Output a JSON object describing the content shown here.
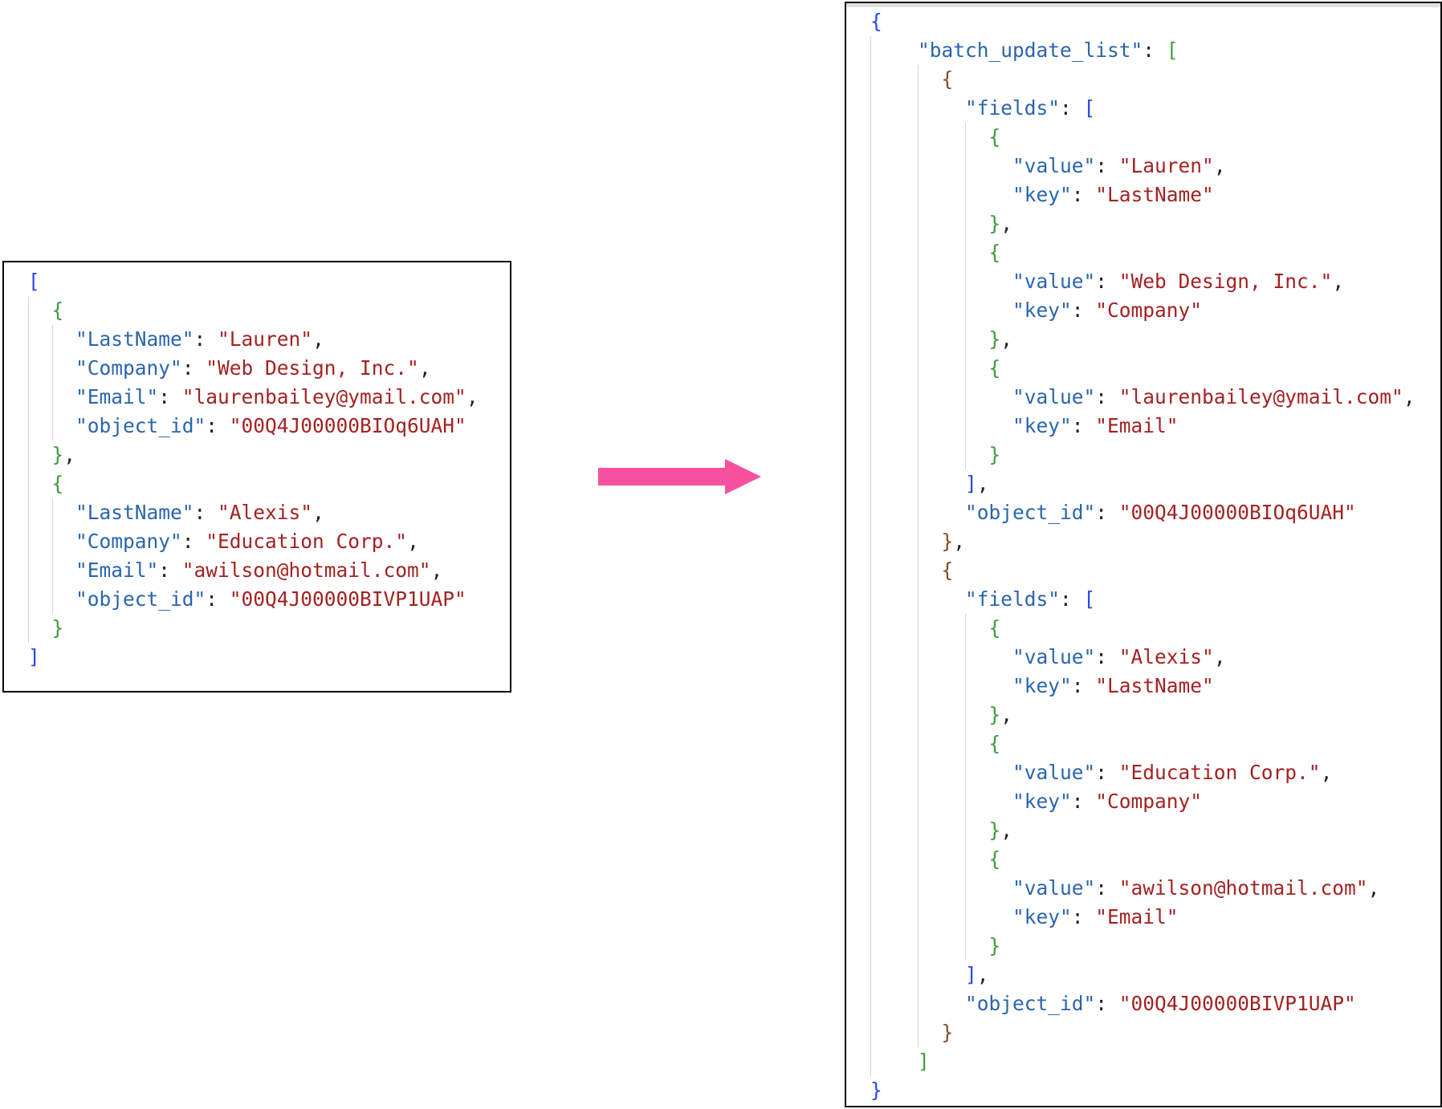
{
  "figure": {
    "description": "Before and after JSON payloads of a batch update transformation, joined by a right-pointing arrow"
  },
  "colors": {
    "key": "#2a65ad",
    "string": "#a32222",
    "punct": "#1f1f1f",
    "bracket_blue": "#2847e8",
    "bracket_green": "#3f9b41",
    "bracket_brown": "#8a4a24",
    "guide": "#d4d4d4",
    "panel_border": "#060606",
    "arrow": "#f6509f"
  },
  "left_panel": {
    "name": "source-json",
    "guide_step": 2,
    "lines": [
      [
        {
          "c": "b1",
          "t": "["
        }
      ],
      [
        {
          "c": "p",
          "t": "  "
        },
        {
          "c": "b2",
          "t": "{"
        }
      ],
      [
        {
          "c": "p",
          "t": "    "
        },
        {
          "c": "k",
          "t": "\"LastName\""
        },
        {
          "c": "p",
          "t": ": "
        },
        {
          "c": "s",
          "t": "\"Lauren\""
        },
        {
          "c": "p",
          "t": ","
        }
      ],
      [
        {
          "c": "p",
          "t": "    "
        },
        {
          "c": "k",
          "t": "\"Company\""
        },
        {
          "c": "p",
          "t": ": "
        },
        {
          "c": "s",
          "t": "\"Web Design, Inc.\""
        },
        {
          "c": "p",
          "t": ","
        }
      ],
      [
        {
          "c": "p",
          "t": "    "
        },
        {
          "c": "k",
          "t": "\"Email\""
        },
        {
          "c": "p",
          "t": ": "
        },
        {
          "c": "s",
          "t": "\"laurenbailey@ymail.com\""
        },
        {
          "c": "p",
          "t": ","
        }
      ],
      [
        {
          "c": "p",
          "t": "    "
        },
        {
          "c": "k",
          "t": "\"object_id\""
        },
        {
          "c": "p",
          "t": ": "
        },
        {
          "c": "s",
          "t": "\"00Q4J00000BIOq6UAH\""
        }
      ],
      [
        {
          "c": "p",
          "t": "  "
        },
        {
          "c": "b2",
          "t": "}"
        },
        {
          "c": "p",
          "t": ","
        }
      ],
      [
        {
          "c": "p",
          "t": "  "
        },
        {
          "c": "b2",
          "t": "{"
        }
      ],
      [
        {
          "c": "p",
          "t": "    "
        },
        {
          "c": "k",
          "t": "\"LastName\""
        },
        {
          "c": "p",
          "t": ": "
        },
        {
          "c": "s",
          "t": "\"Alexis\""
        },
        {
          "c": "p",
          "t": ","
        }
      ],
      [
        {
          "c": "p",
          "t": "    "
        },
        {
          "c": "k",
          "t": "\"Company\""
        },
        {
          "c": "p",
          "t": ": "
        },
        {
          "c": "s",
          "t": "\"Education Corp.\""
        },
        {
          "c": "p",
          "t": ","
        }
      ],
      [
        {
          "c": "p",
          "t": "    "
        },
        {
          "c": "k",
          "t": "\"Email\""
        },
        {
          "c": "p",
          "t": ": "
        },
        {
          "c": "s",
          "t": "\"awilson@hotmail.com\""
        },
        {
          "c": "p",
          "t": ","
        }
      ],
      [
        {
          "c": "p",
          "t": "    "
        },
        {
          "c": "k",
          "t": "\"object_id\""
        },
        {
          "c": "p",
          "t": ": "
        },
        {
          "c": "s",
          "t": "\"00Q4J00000BIVP1UAP\""
        }
      ],
      [
        {
          "c": "p",
          "t": "  "
        },
        {
          "c": "b2",
          "t": "}"
        }
      ],
      [
        {
          "c": "b1",
          "t": "]"
        }
      ]
    ]
  },
  "right_panel": {
    "name": "batch-update-json",
    "guide_step": 4,
    "lines": [
      [
        {
          "c": "b1",
          "t": "{"
        }
      ],
      [
        {
          "c": "p",
          "t": "    "
        },
        {
          "c": "k",
          "t": "\"batch_update_list\""
        },
        {
          "c": "p",
          "t": ": "
        },
        {
          "c": "b2",
          "t": "["
        }
      ],
      [
        {
          "c": "p",
          "t": "      "
        },
        {
          "c": "b3",
          "t": "{"
        }
      ],
      [
        {
          "c": "p",
          "t": "        "
        },
        {
          "c": "k",
          "t": "\"fields\""
        },
        {
          "c": "p",
          "t": ": "
        },
        {
          "c": "b1",
          "t": "["
        }
      ],
      [
        {
          "c": "p",
          "t": "          "
        },
        {
          "c": "b2",
          "t": "{"
        }
      ],
      [
        {
          "c": "p",
          "t": "            "
        },
        {
          "c": "k",
          "t": "\"value\""
        },
        {
          "c": "p",
          "t": ": "
        },
        {
          "c": "s",
          "t": "\"Lauren\""
        },
        {
          "c": "p",
          "t": ","
        }
      ],
      [
        {
          "c": "p",
          "t": "            "
        },
        {
          "c": "k",
          "t": "\"key\""
        },
        {
          "c": "p",
          "t": ": "
        },
        {
          "c": "s",
          "t": "\"LastName\""
        }
      ],
      [
        {
          "c": "p",
          "t": "          "
        },
        {
          "c": "b2",
          "t": "}"
        },
        {
          "c": "p",
          "t": ","
        }
      ],
      [
        {
          "c": "p",
          "t": "          "
        },
        {
          "c": "b2",
          "t": "{"
        }
      ],
      [
        {
          "c": "p",
          "t": "            "
        },
        {
          "c": "k",
          "t": "\"value\""
        },
        {
          "c": "p",
          "t": ": "
        },
        {
          "c": "s",
          "t": "\"Web Design, Inc.\""
        },
        {
          "c": "p",
          "t": ","
        }
      ],
      [
        {
          "c": "p",
          "t": "            "
        },
        {
          "c": "k",
          "t": "\"key\""
        },
        {
          "c": "p",
          "t": ": "
        },
        {
          "c": "s",
          "t": "\"Company\""
        }
      ],
      [
        {
          "c": "p",
          "t": "          "
        },
        {
          "c": "b2",
          "t": "}"
        },
        {
          "c": "p",
          "t": ","
        }
      ],
      [
        {
          "c": "p",
          "t": "          "
        },
        {
          "c": "b2",
          "t": "{"
        }
      ],
      [
        {
          "c": "p",
          "t": "            "
        },
        {
          "c": "k",
          "t": "\"value\""
        },
        {
          "c": "p",
          "t": ": "
        },
        {
          "c": "s",
          "t": "\"laurenbailey@ymail.com\""
        },
        {
          "c": "p",
          "t": ","
        }
      ],
      [
        {
          "c": "p",
          "t": "            "
        },
        {
          "c": "k",
          "t": "\"key\""
        },
        {
          "c": "p",
          "t": ": "
        },
        {
          "c": "s",
          "t": "\"Email\""
        }
      ],
      [
        {
          "c": "p",
          "t": "          "
        },
        {
          "c": "b2",
          "t": "}"
        }
      ],
      [
        {
          "c": "p",
          "t": "        "
        },
        {
          "c": "b1",
          "t": "]"
        },
        {
          "c": "p",
          "t": ","
        }
      ],
      [
        {
          "c": "p",
          "t": "        "
        },
        {
          "c": "k",
          "t": "\"object_id\""
        },
        {
          "c": "p",
          "t": ": "
        },
        {
          "c": "s",
          "t": "\"00Q4J00000BIOq6UAH\""
        }
      ],
      [
        {
          "c": "p",
          "t": "      "
        },
        {
          "c": "b3",
          "t": "}"
        },
        {
          "c": "p",
          "t": ","
        }
      ],
      [
        {
          "c": "p",
          "t": "      "
        },
        {
          "c": "b3",
          "t": "{"
        }
      ],
      [
        {
          "c": "p",
          "t": "        "
        },
        {
          "c": "k",
          "t": "\"fields\""
        },
        {
          "c": "p",
          "t": ": "
        },
        {
          "c": "b1",
          "t": "["
        }
      ],
      [
        {
          "c": "p",
          "t": "          "
        },
        {
          "c": "b2",
          "t": "{"
        }
      ],
      [
        {
          "c": "p",
          "t": "            "
        },
        {
          "c": "k",
          "t": "\"value\""
        },
        {
          "c": "p",
          "t": ": "
        },
        {
          "c": "s",
          "t": "\"Alexis\""
        },
        {
          "c": "p",
          "t": ","
        }
      ],
      [
        {
          "c": "p",
          "t": "            "
        },
        {
          "c": "k",
          "t": "\"key\""
        },
        {
          "c": "p",
          "t": ": "
        },
        {
          "c": "s",
          "t": "\"LastName\""
        }
      ],
      [
        {
          "c": "p",
          "t": "          "
        },
        {
          "c": "b2",
          "t": "}"
        },
        {
          "c": "p",
          "t": ","
        }
      ],
      [
        {
          "c": "p",
          "t": "          "
        },
        {
          "c": "b2",
          "t": "{"
        }
      ],
      [
        {
          "c": "p",
          "t": "            "
        },
        {
          "c": "k",
          "t": "\"value\""
        },
        {
          "c": "p",
          "t": ": "
        },
        {
          "c": "s",
          "t": "\"Education Corp.\""
        },
        {
          "c": "p",
          "t": ","
        }
      ],
      [
        {
          "c": "p",
          "t": "            "
        },
        {
          "c": "k",
          "t": "\"key\""
        },
        {
          "c": "p",
          "t": ": "
        },
        {
          "c": "s",
          "t": "\"Company\""
        }
      ],
      [
        {
          "c": "p",
          "t": "          "
        },
        {
          "c": "b2",
          "t": "}"
        },
        {
          "c": "p",
          "t": ","
        }
      ],
      [
        {
          "c": "p",
          "t": "          "
        },
        {
          "c": "b2",
          "t": "{"
        }
      ],
      [
        {
          "c": "p",
          "t": "            "
        },
        {
          "c": "k",
          "t": "\"value\""
        },
        {
          "c": "p",
          "t": ": "
        },
        {
          "c": "s",
          "t": "\"awilson@hotmail.com\""
        },
        {
          "c": "p",
          "t": ","
        }
      ],
      [
        {
          "c": "p",
          "t": "            "
        },
        {
          "c": "k",
          "t": "\"key\""
        },
        {
          "c": "p",
          "t": ": "
        },
        {
          "c": "s",
          "t": "\"Email\""
        }
      ],
      [
        {
          "c": "p",
          "t": "          "
        },
        {
          "c": "b2",
          "t": "}"
        }
      ],
      [
        {
          "c": "p",
          "t": "        "
        },
        {
          "c": "b1",
          "t": "]"
        },
        {
          "c": "p",
          "t": ","
        }
      ],
      [
        {
          "c": "p",
          "t": "        "
        },
        {
          "c": "k",
          "t": "\"object_id\""
        },
        {
          "c": "p",
          "t": ": "
        },
        {
          "c": "s",
          "t": "\"00Q4J00000BIVP1UAP\""
        }
      ],
      [
        {
          "c": "p",
          "t": "      "
        },
        {
          "c": "b3",
          "t": "}"
        }
      ],
      [
        {
          "c": "p",
          "t": "    "
        },
        {
          "c": "b2",
          "t": "]"
        }
      ],
      [
        {
          "c": "b1",
          "t": "}"
        }
      ]
    ]
  }
}
